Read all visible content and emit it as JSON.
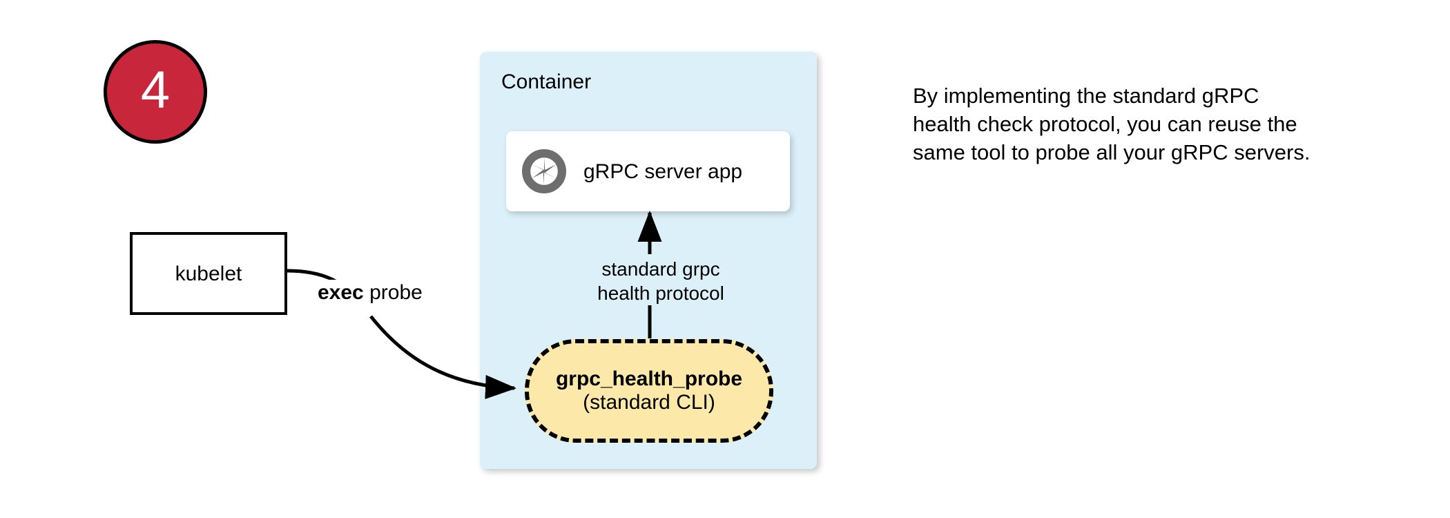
{
  "step": {
    "number": "4",
    "badge_color": "#C8273B"
  },
  "container": {
    "label": "Container",
    "fill_color": "#DCF0FA"
  },
  "grpc_server": {
    "label": "gRPC server app",
    "icon": "grpc-aperture-icon",
    "icon_color": "#6E6E6E"
  },
  "kubelet": {
    "label": "kubelet"
  },
  "exec_probe": {
    "keyword": "exec",
    "rest": " probe"
  },
  "health_probe": {
    "title": "grpc_health_probe",
    "subtitle": "(standard CLI)",
    "fill_color": "#FCE8A8"
  },
  "protocol_label": {
    "line1": "standard grpc",
    "line2": "health protocol"
  },
  "caption": {
    "text": "By implementing the standard gRPC health check protocol, you can reuse the same tool to probe all your gRPC servers."
  }
}
